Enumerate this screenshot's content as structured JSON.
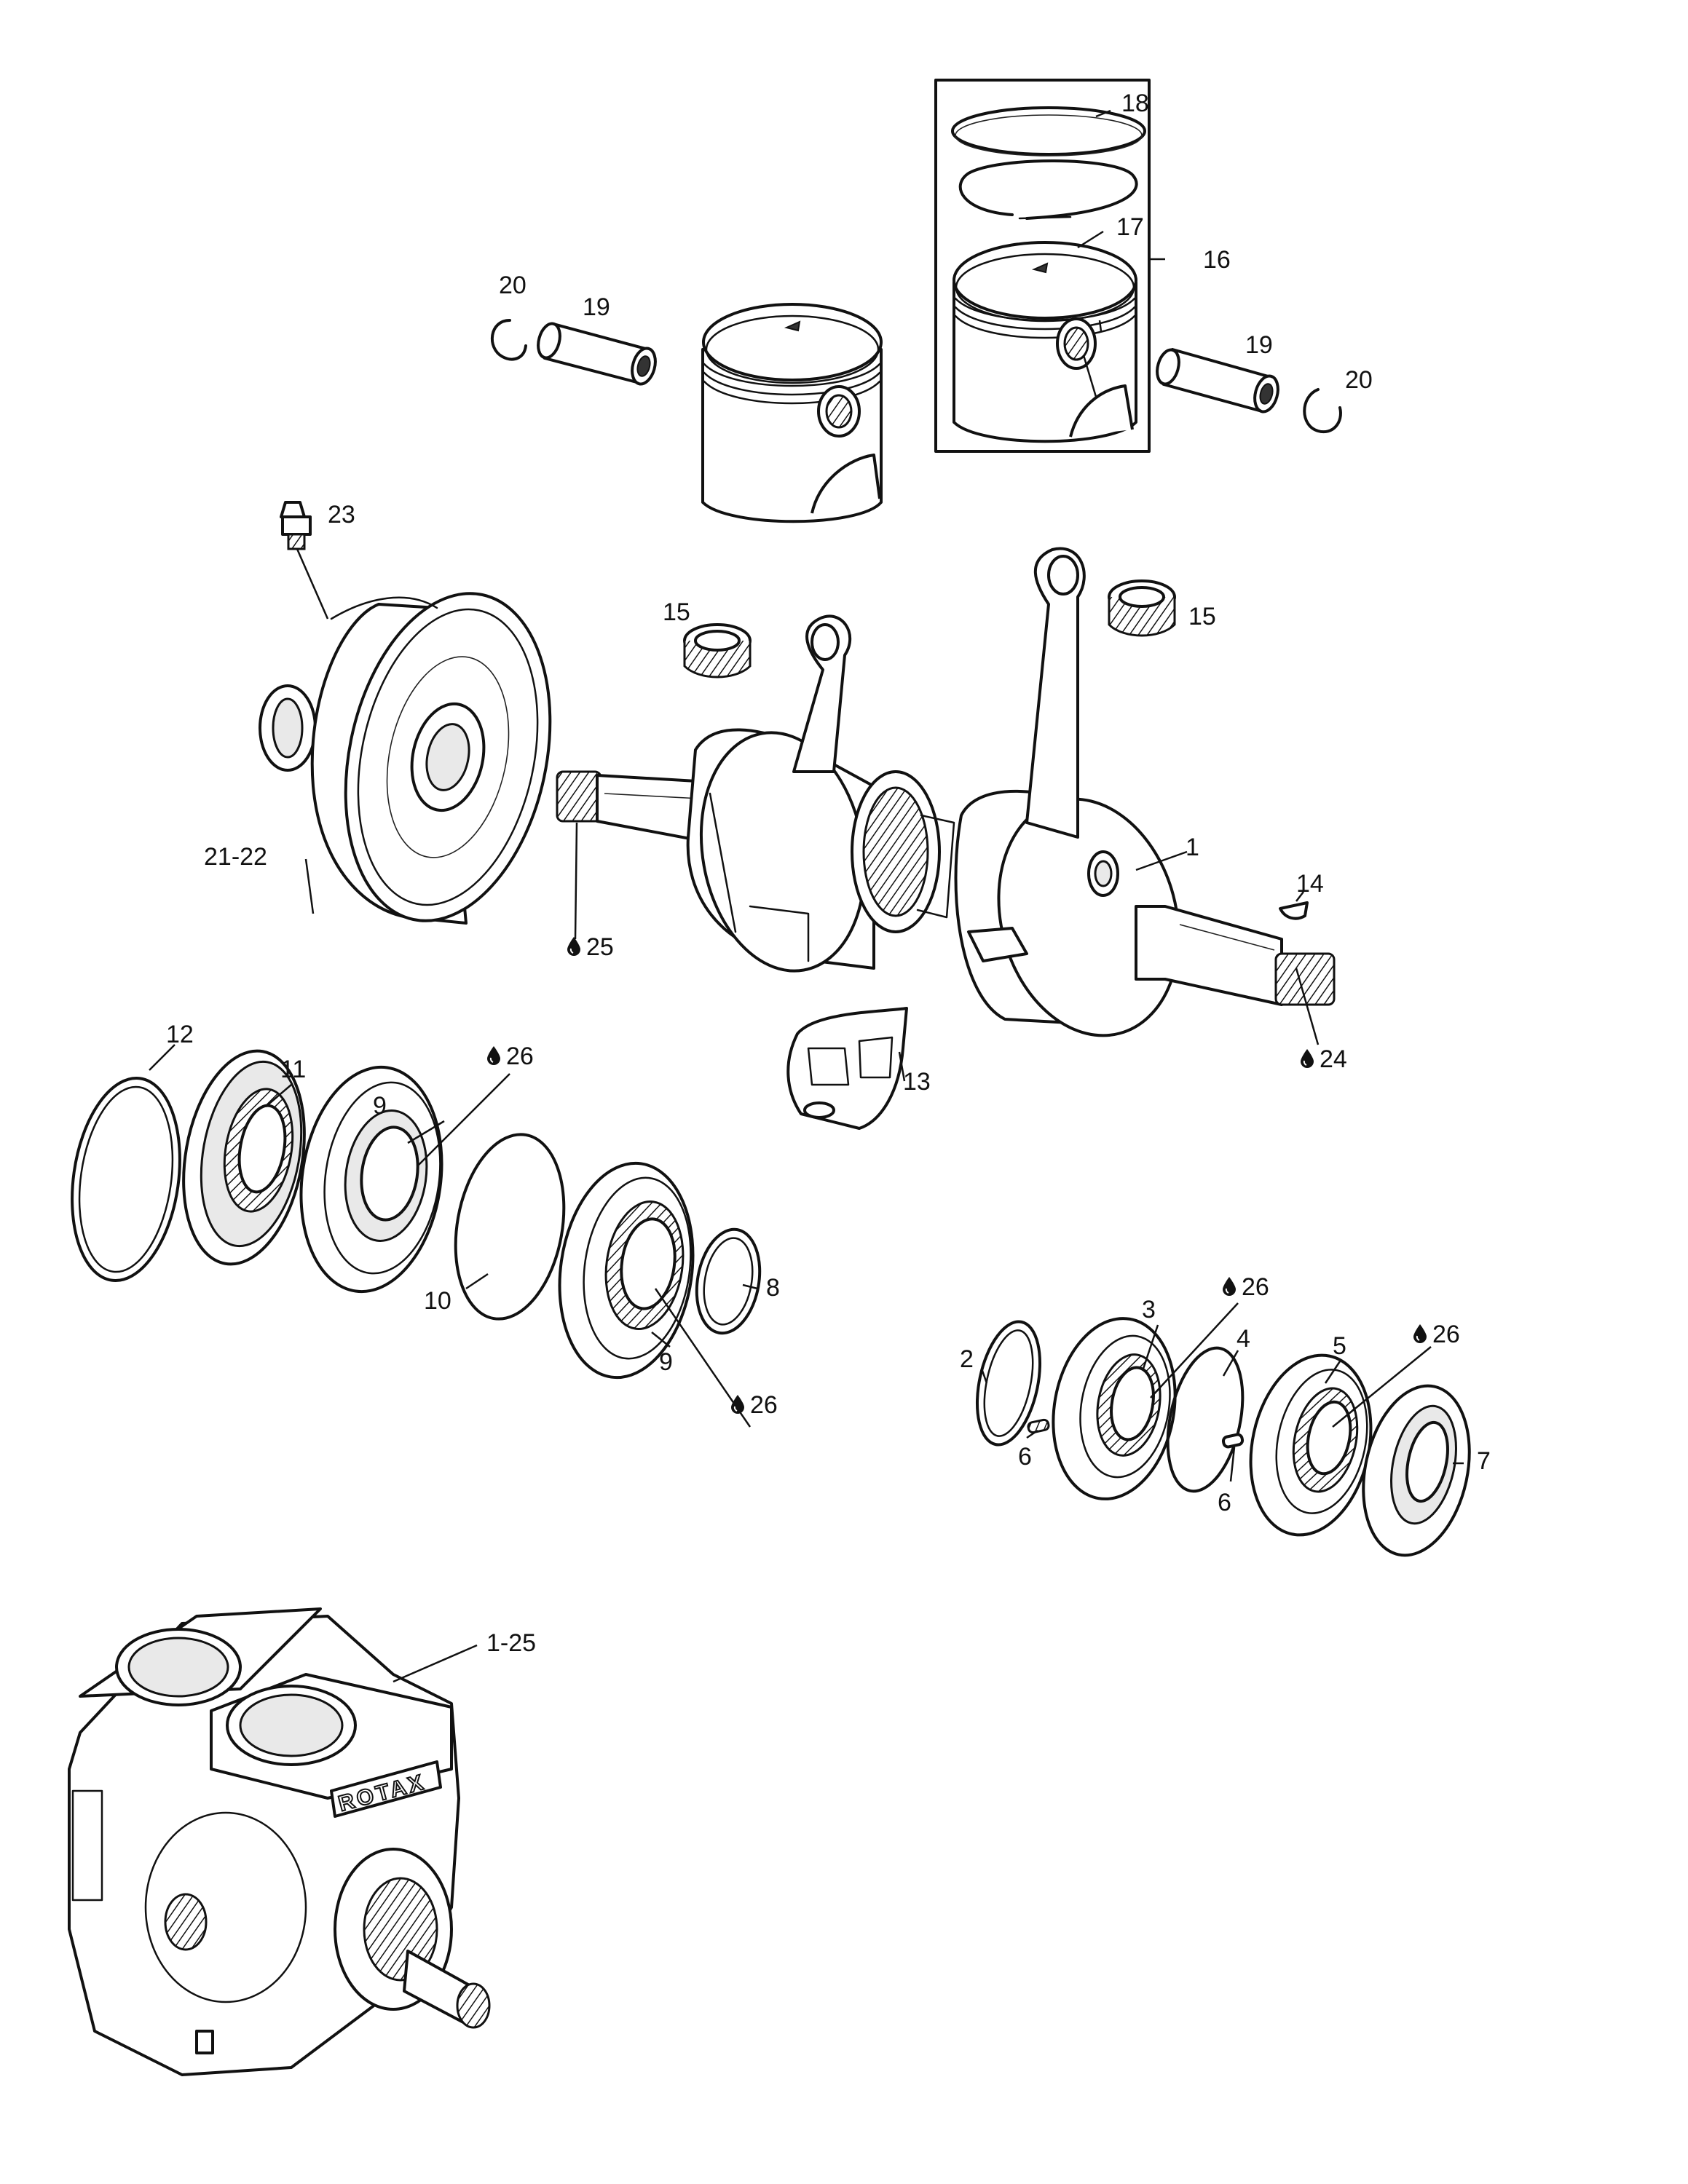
{
  "callouts": [
    {
      "id": "c18",
      "text": "18"
    },
    {
      "id": "c17",
      "text": "17"
    },
    {
      "id": "c16",
      "text": "16"
    },
    {
      "id": "c20a",
      "text": "20"
    },
    {
      "id": "c19a",
      "text": "19"
    },
    {
      "id": "c19b",
      "text": "19"
    },
    {
      "id": "c20b",
      "text": "20"
    },
    {
      "id": "c23",
      "text": "23"
    },
    {
      "id": "c15a",
      "text": "15"
    },
    {
      "id": "c15b",
      "text": "15"
    },
    {
      "id": "c2122",
      "text": "21-22"
    },
    {
      "id": "c1",
      "text": "1"
    },
    {
      "id": "c14",
      "text": "14"
    },
    {
      "id": "c25",
      "text": "25"
    },
    {
      "id": "c12",
      "text": "12"
    },
    {
      "id": "c11",
      "text": "11"
    },
    {
      "id": "c9a",
      "text": "9"
    },
    {
      "id": "c26a",
      "text": "26"
    },
    {
      "id": "c13",
      "text": "13"
    },
    {
      "id": "c24",
      "text": "24"
    },
    {
      "id": "c10",
      "text": "10"
    },
    {
      "id": "c8",
      "text": "8"
    },
    {
      "id": "c9b",
      "text": "9"
    },
    {
      "id": "c26b",
      "text": "26"
    },
    {
      "id": "c3",
      "text": "3"
    },
    {
      "id": "c26c",
      "text": "26"
    },
    {
      "id": "c4",
      "text": "4"
    },
    {
      "id": "c5",
      "text": "5"
    },
    {
      "id": "c26d",
      "text": "26"
    },
    {
      "id": "c2",
      "text": "2"
    },
    {
      "id": "c6a",
      "text": "6"
    },
    {
      "id": "c6b",
      "text": "6"
    },
    {
      "id": "c7",
      "text": "7"
    },
    {
      "id": "c125",
      "text": "1-25"
    }
  ],
  "engine_brand": "ROTAX",
  "icons": {
    "oil_drop": "oil-drop-icon"
  },
  "colors": {
    "ink": "#111111",
    "paper": "#ffffff"
  }
}
